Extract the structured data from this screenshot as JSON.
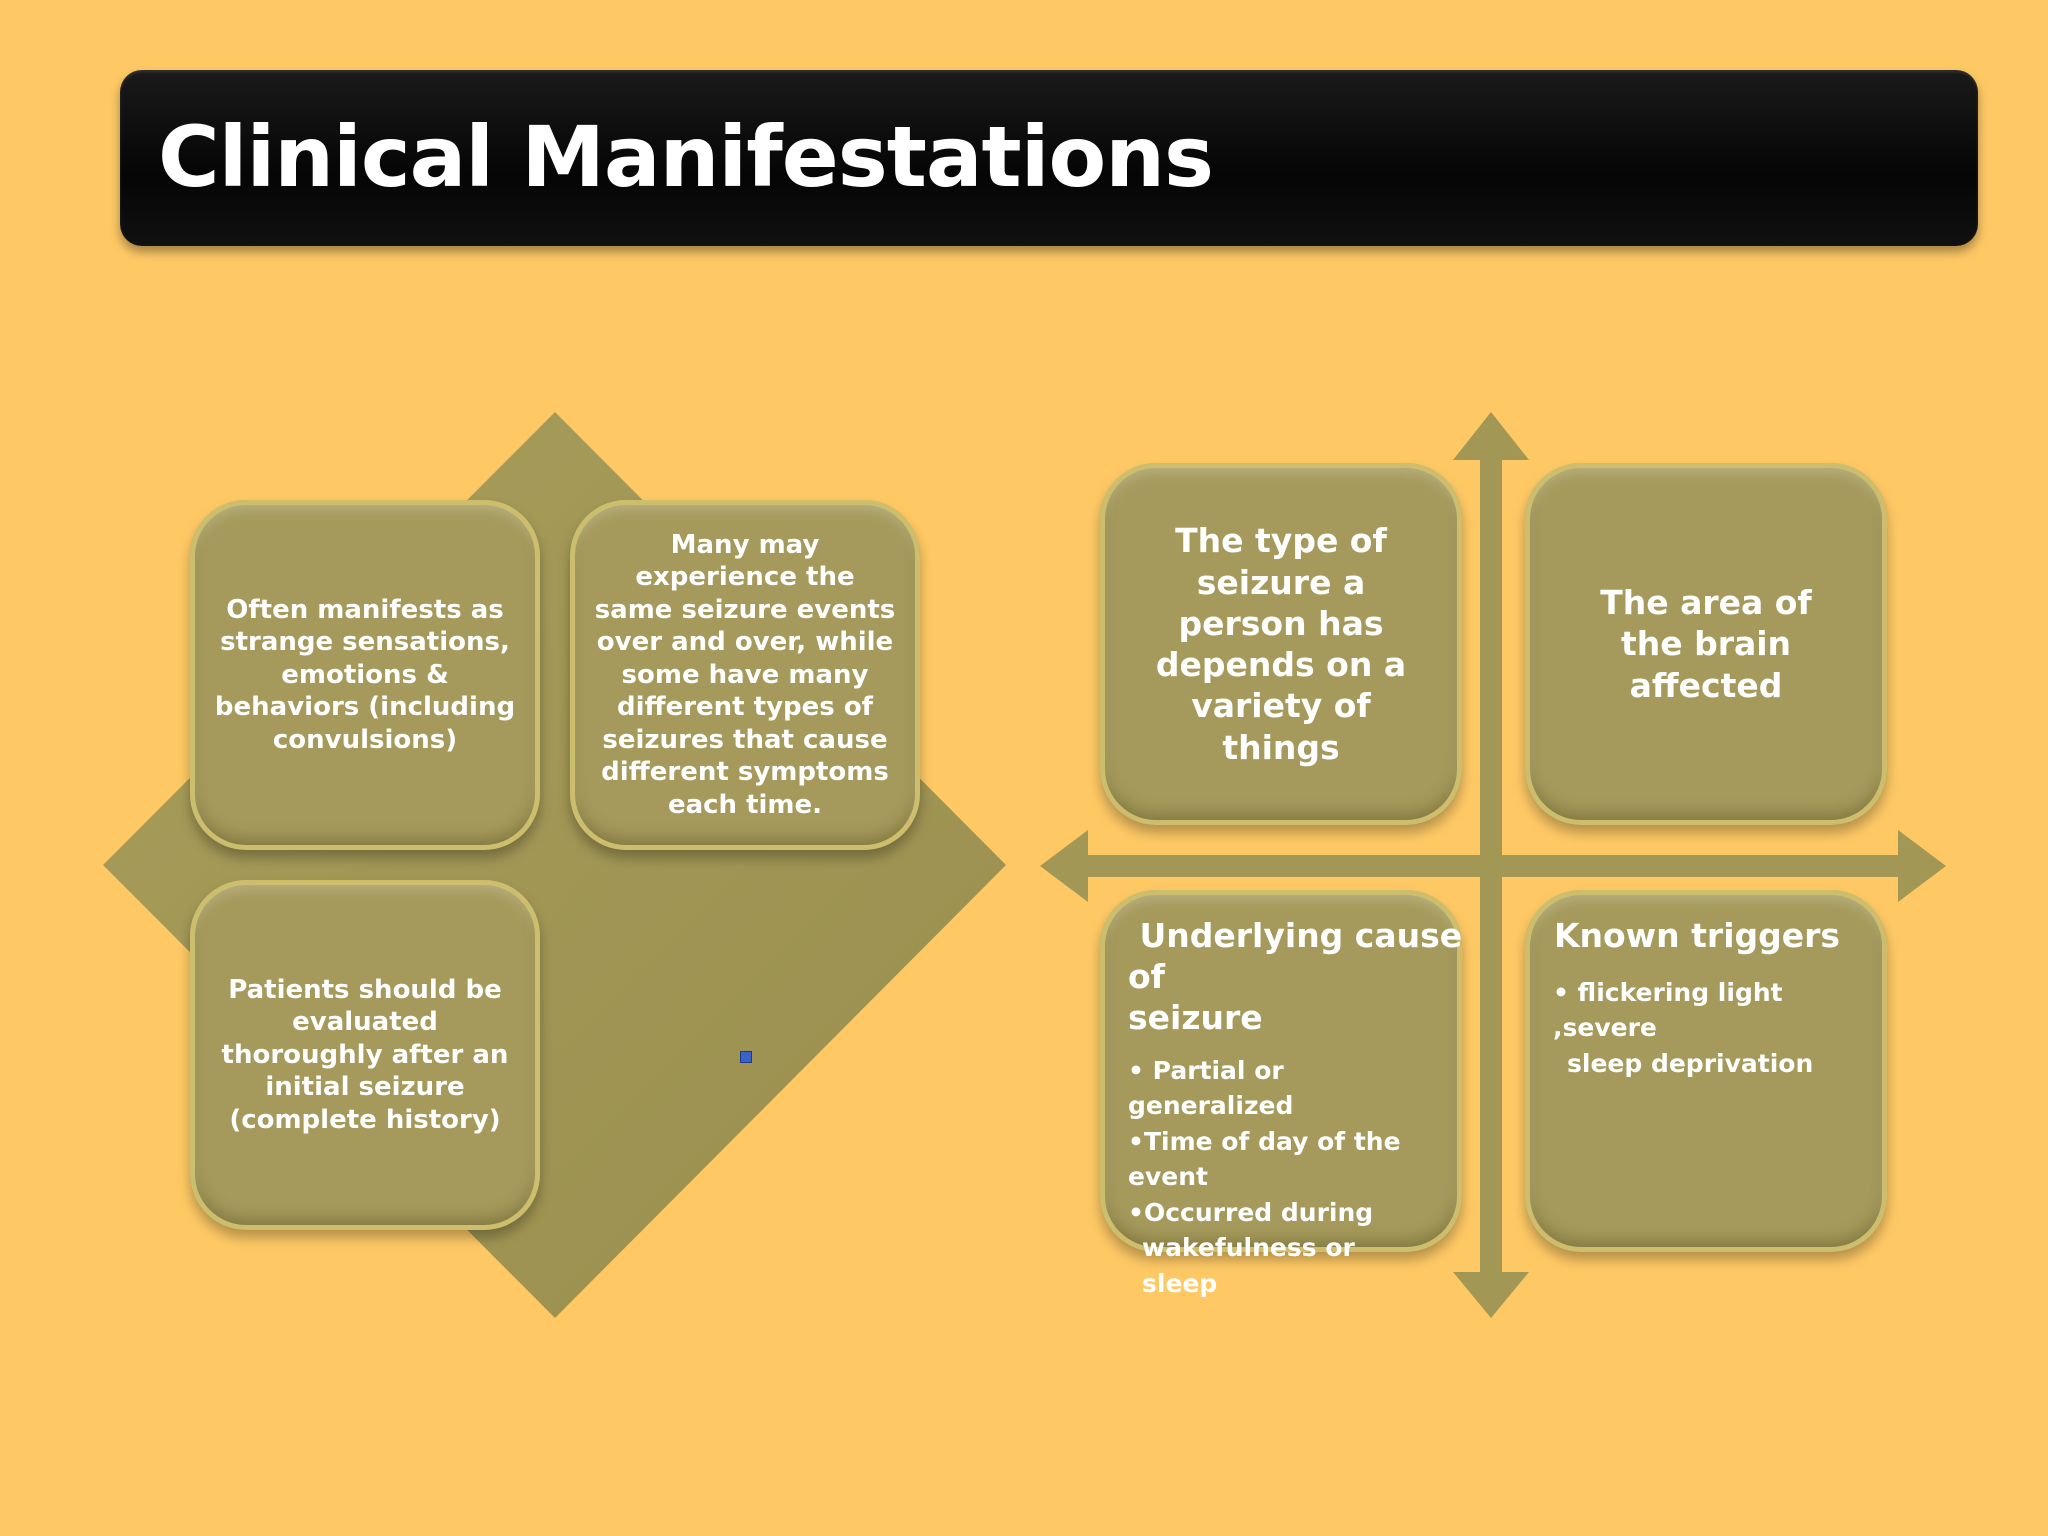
{
  "title": "Clinical Manifestations",
  "colors": {
    "background": "#FEC965",
    "title_bar": "#0A0A0A",
    "box_fill": "#A59A5B",
    "box_border": "#CDBE6E",
    "shape_fill": "#A29755",
    "text": "#FFFFFF"
  },
  "left_matrix": {
    "top_left": "Often manifests as strange sensations, emotions & behaviors (including convulsions)",
    "top_right": "Many may experience the same seizure events over and over, while some have many different types of seizures that cause different symptoms each time.",
    "bottom_left": "Patients should be evaluated thoroughly after an initial seizure (complete history)"
  },
  "right_matrix": {
    "top_left": "The type of seizure a person has depends on a variety of  things",
    "top_right": "The area of the brain  affected",
    "bottom_left": {
      "heading_line1": " Underlying cause",
      "heading_line2": "of",
      "heading_line3": "seizure",
      "bullets": [
        "• Partial or generalized",
        "•Time of day of the event",
        "•Occurred during",
        "wakefulness or sleep"
      ]
    },
    "bottom_right": {
      "heading": "Known triggers",
      "bullets": [
        "• flickering light ,severe",
        "sleep deprivation"
      ]
    }
  }
}
